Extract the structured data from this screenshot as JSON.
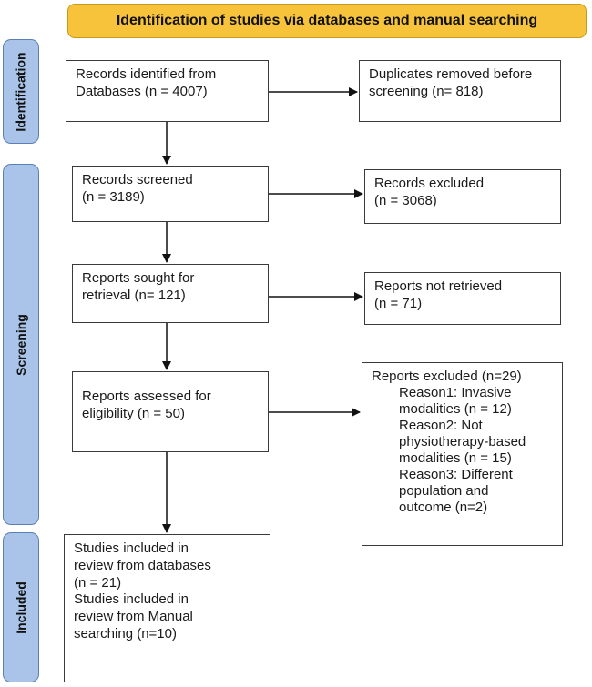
{
  "header": {
    "title": "Identification of studies via databases and manual searching"
  },
  "phases": {
    "identification": "Identification",
    "screening": "Screening",
    "included": "Included"
  },
  "boxes": {
    "records_identified": [
      "Records identified from",
      "Databases (n = 4007)"
    ],
    "duplicates_removed": [
      "Duplicates removed before",
      "screening (n= 818)"
    ],
    "records_screened": [
      "Records screened",
      "(n = 3189)"
    ],
    "records_excluded": [
      "Records excluded",
      "(n = 3068)"
    ],
    "reports_sought": [
      "Reports sought for",
      "retrieval (n= 121)"
    ],
    "reports_not_retrieved": [
      "Reports not retrieved",
      "(n = 71)"
    ],
    "reports_assessed": [
      "Reports assessed for",
      "eligibility (n = 50)"
    ],
    "reports_excluded": [
      "Reports excluded (n=29)",
      "Reason1: Invasive",
      "modalities (n = 12)",
      "Reason2: Not",
      "physiotherapy-based",
      "modalities (n = 15)",
      "Reason3: Different",
      "population and",
      "outcome (n=2)"
    ],
    "studies_included": [
      "Studies included in",
      "review from databases",
      "(n = 21)",
      "Studies included in",
      "review from Manual",
      "searching (n=10)"
    ]
  }
}
